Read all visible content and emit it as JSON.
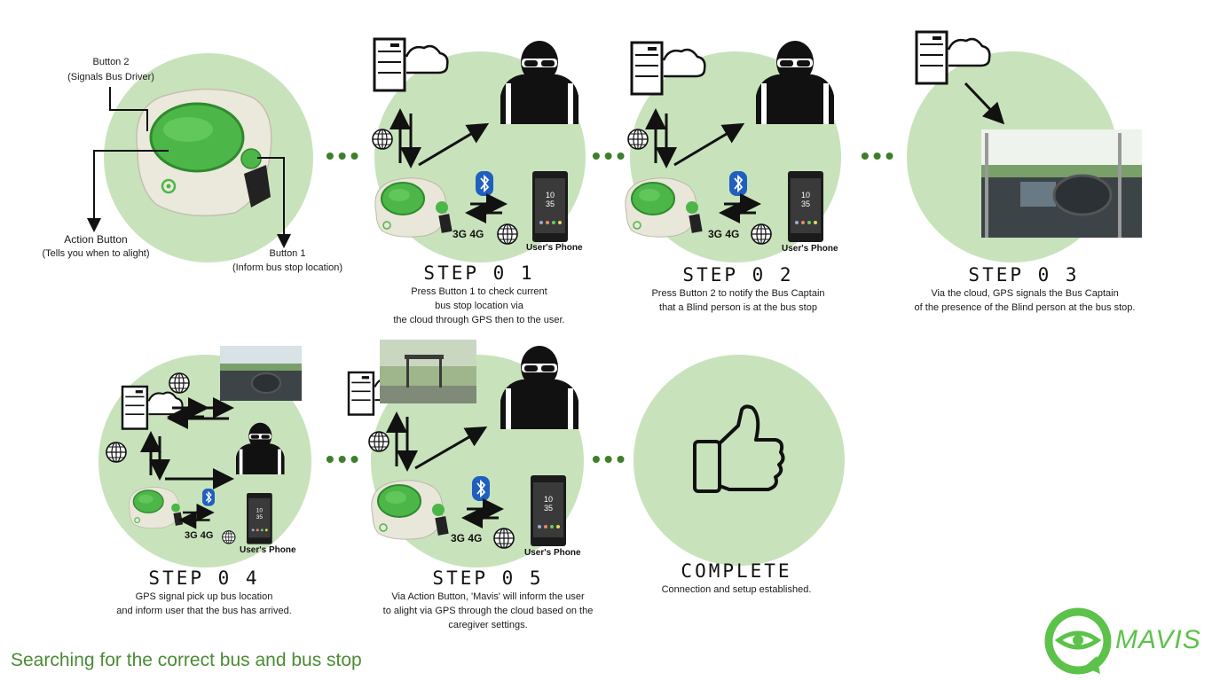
{
  "device": {
    "button2_label": "Button 2",
    "button2_desc": "(Signals Bus Driver)",
    "action_label": "Action Button",
    "action_desc": "(Tells you when to alight)",
    "button1_label": "Button 1",
    "button1_desc": "(Inform bus stop location)"
  },
  "steps": [
    {
      "title": "STEP 0 1",
      "lines": [
        "Press Button 1 to check current",
        "bus stop location via",
        "the cloud through GPS then to the user."
      ]
    },
    {
      "title": "STEP 0 2",
      "lines": [
        "Press Button 2 to notify the Bus Captain",
        "that a Blind person is at the bus stop"
      ]
    },
    {
      "title": "STEP 0 3",
      "lines": [
        "Via the cloud, GPS signals the Bus Captain",
        "of the presence of the Blind person at the bus stop."
      ]
    },
    {
      "title": "STEP 0 4",
      "lines": [
        "GPS signal pick up bus location",
        "and inform user that the bus has arrived."
      ]
    },
    {
      "title": "STEP 0 5",
      "lines": [
        "Via Action Button, 'Mavis' will inform the user",
        "to alight via GPS through the cloud based on the",
        "caregiver settings."
      ]
    },
    {
      "title": "COMPLETE",
      "lines": [
        "Connection and setup established."
      ]
    }
  ],
  "labels": {
    "network": "3G 4G",
    "phone": "User's Phone",
    "phone_time": "10\n35"
  },
  "footer": {
    "title": "Searching for the correct bus and bus stop",
    "logo": "MAVIS"
  },
  "colors": {
    "circle": "#c8e3bb",
    "device_green": "#4cb748",
    "accent": "#4a8b35",
    "logo": "#5cc24a"
  }
}
